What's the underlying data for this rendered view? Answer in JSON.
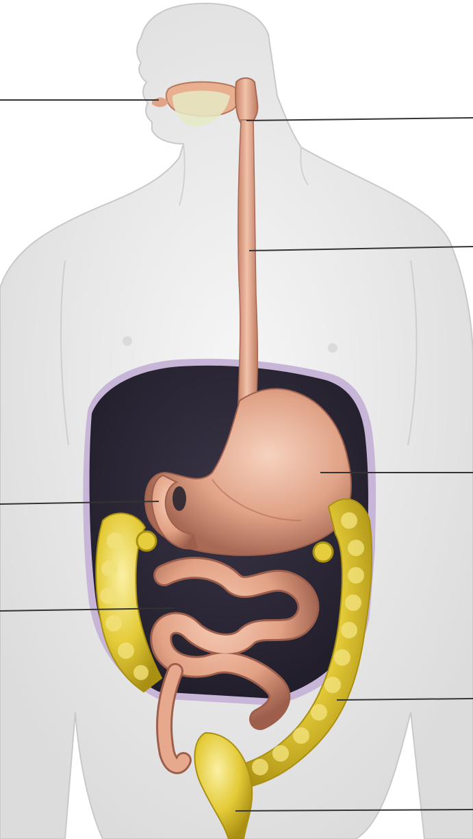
{
  "diagram": {
    "labels": [],
    "parts": [
      {
        "id": "mouth",
        "label": ""
      },
      {
        "id": "pharynx",
        "label": ""
      },
      {
        "id": "esophagus",
        "label": ""
      },
      {
        "id": "stomach",
        "label": ""
      },
      {
        "id": "duodenum",
        "label": ""
      },
      {
        "id": "small-intestine",
        "label": ""
      },
      {
        "id": "large-intestine",
        "label": ""
      },
      {
        "id": "rectum",
        "label": ""
      }
    ]
  },
  "colors": {
    "page": "#ffffff",
    "body_fill": "#ededed",
    "body_outline": "#c9c9c9",
    "cavity": "#2c2838",
    "cavity_rim": "#c8b6d8",
    "tract": "#e2a184",
    "tract_shadow": "#a86a55",
    "tract_highlight": "#f3c9b0",
    "colon": "#e5cd3c",
    "colon_shadow": "#b39b18",
    "colon_highlight": "#f7ea9a",
    "leader_line": "#333333"
  }
}
